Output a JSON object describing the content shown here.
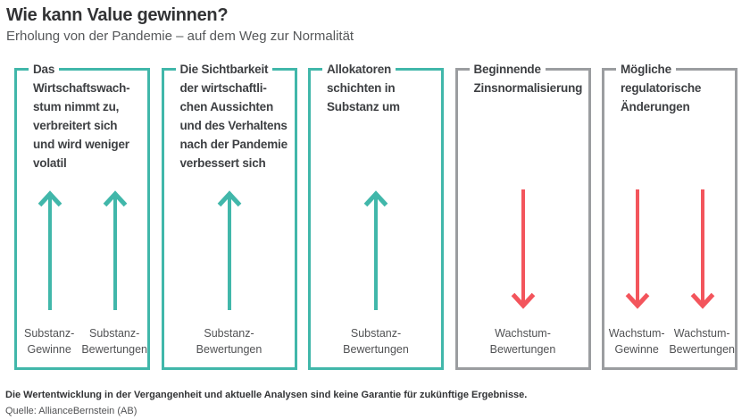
{
  "header": {
    "title": "Wie kann Value gewinnen?",
    "subtitle": "Erholung von der Pandemie – auf dem Weg zur Normalität"
  },
  "panels": [
    {
      "accent": "teal",
      "title_first": "Das",
      "title_rest": "Wirtschaftswach-\nstum nimmt zu,\nverbreitert sich\nund wird weniger\nvolatil",
      "arrows": [
        {
          "direction": "up",
          "label": "Substanz-\nGewinne"
        },
        {
          "direction": "up",
          "label": "Substanz-\nBewertungen"
        }
      ]
    },
    {
      "accent": "teal",
      "title_first": "Die Sichtbarkeit",
      "title_rest": "der wirtschaftli-\nchen Aussichten\nund des Verhaltens\nnach der Pandemie\nverbessert sich",
      "arrows": [
        {
          "direction": "up",
          "label": "Substanz-\nBewertungen"
        }
      ]
    },
    {
      "accent": "teal",
      "title_first": "Allokatoren",
      "title_rest": "schichten in\nSubstanz um",
      "arrows": [
        {
          "direction": "up",
          "label": "Substanz-\nBewertungen"
        }
      ]
    },
    {
      "accent": "gray",
      "title_first": "Beginnende",
      "title_rest": "Zinsnormalisierung",
      "arrows": [
        {
          "direction": "down",
          "label": "Wachstum-\nBewertungen"
        }
      ]
    },
    {
      "accent": "gray",
      "title_first": "Mögliche",
      "title_rest": "regulatorische\nÄnderungen",
      "arrows": [
        {
          "direction": "down",
          "label": "Wachstum-\nGewinne"
        },
        {
          "direction": "down",
          "label": "Wachstum-\nBewertungen"
        }
      ]
    }
  ],
  "footer": {
    "disclaimer": "Die Wertentwicklung in der Vergangenheit und aktuelle Analysen sind keine Garantie für zukünftige Ergebnisse.",
    "source": "Quelle: AllianceBernstein (AB)"
  },
  "colors": {
    "teal": "#41B7AA",
    "red": "#F3555C",
    "gray": "#9B9DA0",
    "title_text": "#323335",
    "subtitle_text": "#56585A",
    "panel_title_text": "#3E4043",
    "label_text": "#515254"
  }
}
